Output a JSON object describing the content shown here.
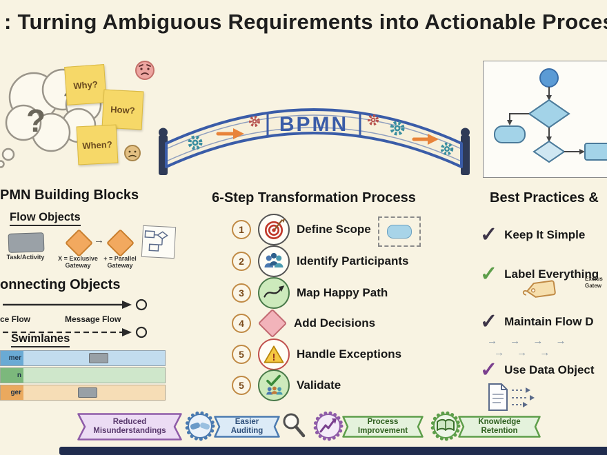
{
  "title": ": Turning Ambiguous Requirements into Actionable Proces",
  "colors": {
    "background": "#f8f3e2",
    "bridge_blue": "#3a5ca8",
    "navy_strip": "#202c4e",
    "sticky_yellow": "#f6d868",
    "gateway_orange": "#f2a95f",
    "lane_blue": "#6aaad4",
    "lane_green": "#7cb87c",
    "lane_orange": "#eaa95e",
    "badge_purple": "#8e5ba8",
    "badge_blue": "#4a7ab0",
    "badge_green": "#5d9e4a",
    "check_green": "#5d9e4a",
    "check_purple": "#7a3f8e"
  },
  "thought": {
    "question_marks": [
      "?",
      "?"
    ],
    "sticky_notes": [
      {
        "label": "Why?"
      },
      {
        "label": "How?"
      },
      {
        "label": "When?"
      }
    ]
  },
  "bridge": {
    "label": "BPMN"
  },
  "building_blocks": {
    "heading": "PMN Building Blocks",
    "flow_objects": {
      "heading": "Flow Objects",
      "task_label": "Task/Activity",
      "exclusive_line1": "X = Exclusive",
      "exclusive_line2": "Gateway",
      "parallel_line1": "+ = Parallel",
      "parallel_line2": "Gateway",
      "arrow": "→"
    },
    "connecting_objects": {
      "heading": "onnecting Objects",
      "sequence_label": "ce Flow",
      "message_label": "Message Flow"
    },
    "swimlanes": {
      "heading": "Swimlanes",
      "lanes": [
        {
          "label": "mer"
        },
        {
          "label": "n"
        },
        {
          "label": "ger"
        }
      ]
    }
  },
  "process": {
    "heading": "6-Step Transformation Process",
    "steps": [
      {
        "num": "1",
        "label": "Define Scope"
      },
      {
        "num": "2",
        "label": "Identify Participants"
      },
      {
        "num": "3",
        "label": "Map Happy Path"
      },
      {
        "num": "4",
        "label": "Add Decisions"
      },
      {
        "num": "5",
        "label": "Handle Exceptions"
      },
      {
        "num": "5",
        "label": "Validate"
      }
    ]
  },
  "best_practices": {
    "heading": "Best Practices &",
    "check": "✓",
    "items": [
      {
        "label": "Keep It Simple"
      },
      {
        "label": "Label Everything"
      },
      {
        "label": "Maintain Flow D"
      },
      {
        "label": "Use Data Object"
      }
    ],
    "tag_caption_line1": "Exclus",
    "tag_caption_line2": "Gatew",
    "flow_arrow_rows": [
      "→  →  →  →",
      "→  →  →"
    ]
  },
  "badges": [
    {
      "line1": "Reduced",
      "line2": "Misunderstandings"
    },
    {
      "line1": "Easier",
      "line2": "Auditing"
    },
    {
      "line1": "Process",
      "line2": "Improvement"
    },
    {
      "line1": "Knowledge",
      "line2": "Retention"
    }
  ]
}
